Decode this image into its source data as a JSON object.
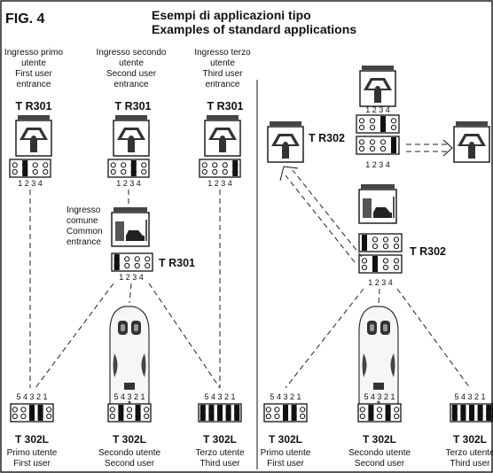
{
  "header": {
    "fig_label": "FIG. 4",
    "title_it": "Esempi di applicazioni tipo",
    "title_en": "Examples of standard applications"
  },
  "left": {
    "receivers": [
      {
        "caption": [
          "Ingresso primo",
          "utente",
          "First user",
          "entrance"
        ],
        "model": "T R301",
        "dip_on": [
          2
        ]
      },
      {
        "caption": [
          "Ingresso secondo",
          "utente",
          "Second user",
          "entrance"
        ],
        "model": "T R301",
        "dip_on": [
          3
        ]
      },
      {
        "caption": [
          "Ingresso terzo",
          "utente",
          "Third user",
          "entrance"
        ],
        "model": "T R301",
        "dip_on": [
          4
        ]
      }
    ],
    "common": {
      "caption": [
        "Ingresso",
        "comune",
        "Common",
        "entrance"
      ],
      "model": "T R301",
      "dip_on": [
        1
      ]
    },
    "transmitters": [
      {
        "model": "T 302L",
        "user_it": "Primo utente",
        "user_en": "First user"
      },
      {
        "model": "T 302L",
        "user_it": "Secondo utente",
        "user_en": "Second user"
      },
      {
        "model": "T 302L",
        "user_it": "Terzo utente",
        "user_en": "Third user"
      }
    ]
  },
  "right": {
    "model_top": "T R302",
    "model_bottom": "T R302",
    "transmitters": [
      {
        "model": "T 302L",
        "user_it": "Primo utente",
        "user_en": "First user"
      },
      {
        "model": "T 302L",
        "user_it": "Secondo utente",
        "user_en": "Second user"
      },
      {
        "model": "T 302L",
        "user_it": "Terzo utente",
        "user_en": "Third user"
      }
    ]
  },
  "dip_numbers": "1 2 3 4",
  "tx_dip_numbers": "5 4 3 2 1"
}
